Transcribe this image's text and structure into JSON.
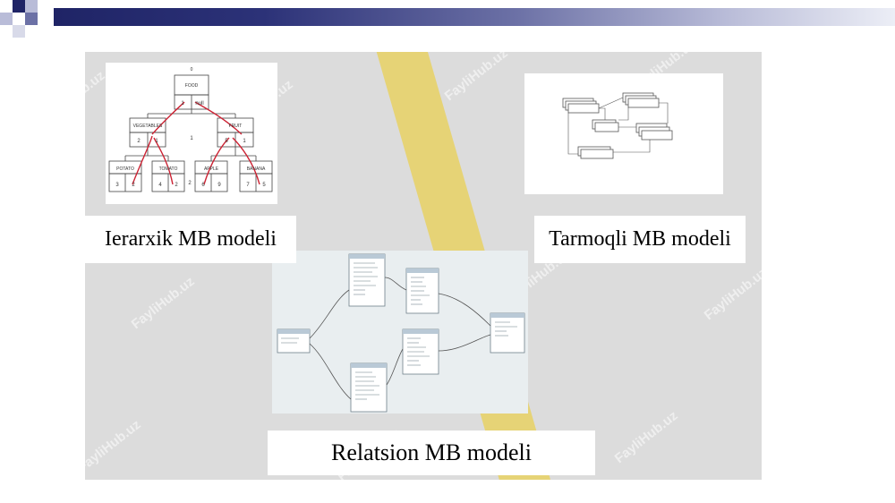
{
  "slide": {
    "label_hierarchical": "Ierarxik MB modeli",
    "label_network": "Tarmoqli MB modeli",
    "label_relational": "Relatsion MB modeli",
    "watermark": "FayliHub.uz"
  },
  "hier_diagram": {
    "level0": "0",
    "root": "FOOD",
    "root_ptr": "1",
    "root_null": "null",
    "left": "VEGETABLES",
    "right": "FRUIT",
    "mid1": "1",
    "mid2": "2",
    "l_ptr": "2",
    "l_val": "1",
    "r_ptr": "5",
    "r_val": "1",
    "leaves": [
      {
        "name": "POTATO",
        "a": "3",
        "b": "2"
      },
      {
        "name": "TOMATO",
        "a": "4",
        "b": "2"
      },
      {
        "name": "APPLE",
        "a": "6",
        "b": "9"
      },
      {
        "name": "BANANA",
        "a": "7",
        "b": "5"
      }
    ]
  },
  "colors": {
    "accent_dark": "#1f2466",
    "road": "#e7d26a",
    "arrow_red": "#cc2233"
  }
}
